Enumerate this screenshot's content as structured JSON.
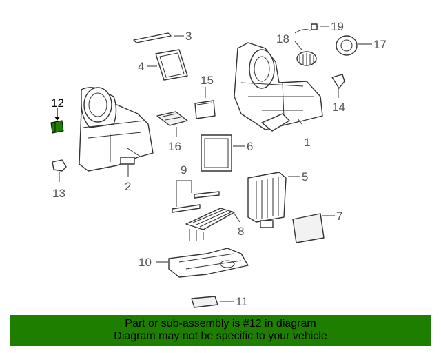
{
  "highlight_color": "#1e7e00",
  "selected_part": "12",
  "callouts": [
    {
      "id": "1",
      "label": "1"
    },
    {
      "id": "2",
      "label": "2"
    },
    {
      "id": "3",
      "label": "3"
    },
    {
      "id": "4",
      "label": "4"
    },
    {
      "id": "5",
      "label": "5"
    },
    {
      "id": "6",
      "label": "6"
    },
    {
      "id": "7",
      "label": "7"
    },
    {
      "id": "8",
      "label": "8"
    },
    {
      "id": "9",
      "label": "9"
    },
    {
      "id": "10",
      "label": "10"
    },
    {
      "id": "11",
      "label": "11"
    },
    {
      "id": "12",
      "label": "12"
    },
    {
      "id": "13",
      "label": "13"
    },
    {
      "id": "14",
      "label": "14"
    },
    {
      "id": "15",
      "label": "15"
    },
    {
      "id": "16",
      "label": "16"
    },
    {
      "id": "17",
      "label": "17"
    },
    {
      "id": "18",
      "label": "18"
    },
    {
      "id": "19",
      "label": "19"
    }
  ],
  "banner": {
    "line1": "Part or sub-assembly is #12 in diagram",
    "line2": "Diagram may not be specific to your vehicle"
  }
}
